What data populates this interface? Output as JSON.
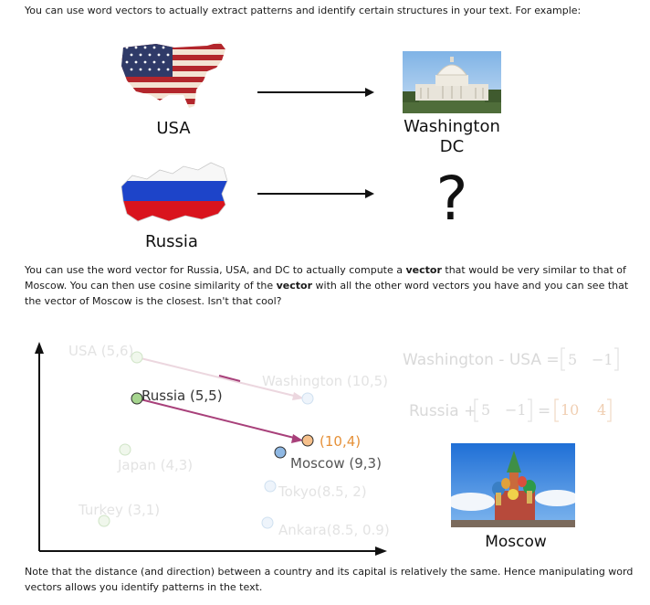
{
  "intro": "You can use word vectors to actually extract patterns and identify certain structures in your text. For example:",
  "analogy": {
    "usa_label": "USA",
    "dc_label_1": "Washington",
    "dc_label_2": "DC",
    "russia_label": "Russia",
    "question_mark": "?"
  },
  "para2": {
    "a": "You can use the word vector for Russia, USA, and DC to actually compute a ",
    "b": "vector",
    "c": " that would be very similar to that of Moscow. You can then use cosine similarity of the ",
    "d": "vector",
    "e": " with all the other word vectors you have and you can see that the vector of Moscow is the closest. Isn't that cool?"
  },
  "plot": {
    "points": [
      {
        "label": "USA (5,6)",
        "x": 5,
        "y": 6,
        "faded": true
      },
      {
        "label": "Washington  (10,5)",
        "x": 10,
        "y": 5,
        "faded": true
      },
      {
        "label": "Russia (5,5)",
        "x": 5,
        "y": 5,
        "faded": false
      },
      {
        "label": "(10,4)",
        "x": 10,
        "y": 4,
        "faded": false
      },
      {
        "label": "Moscow (9,3)",
        "x": 9,
        "y": 3,
        "faded": false
      },
      {
        "label": "Japan (4,3)",
        "x": 4,
        "y": 3,
        "faded": true
      },
      {
        "label": "Tokyo(8.5, 2)",
        "x": 8.5,
        "y": 2,
        "faded": true
      },
      {
        "label": "Turkey (3,1)",
        "x": 3,
        "y": 1,
        "faded": true
      },
      {
        "label": "Ankara(8.5, 0.9)",
        "x": 8.5,
        "y": 0.9,
        "faded": true
      }
    ],
    "eq1_text": "Washington - USA =",
    "eq1_v1": "5",
    "eq1_v2": "−1",
    "eq2_text": "Russia +",
    "eq2_v1": "5",
    "eq2_v2": "−1",
    "eq2_eq": "=",
    "eq2_r1": "10",
    "eq2_r2": "4",
    "moscow_label": "Moscow"
  },
  "outro": "Note that the distance (and direction) between a country and its capital is relatively the same. Hence manipulating word vectors allows you identify patterns in the text."
}
